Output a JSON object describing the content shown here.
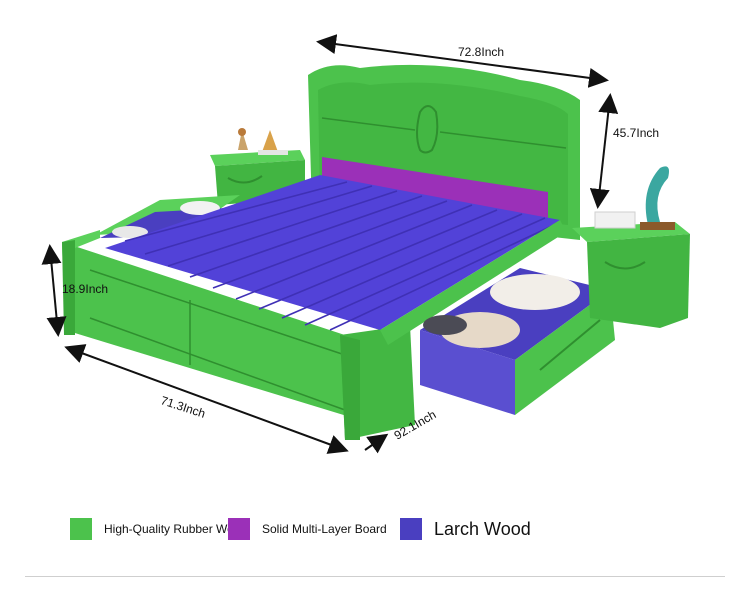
{
  "dimensions": {
    "headboard_width": "72.8Inch",
    "headboard_height": "45.7Inch",
    "bed_height": "18.9Inch",
    "bed_width": "71.3Inch",
    "bed_length": "92.1Inch"
  },
  "legend": {
    "items": [
      {
        "label": "High-Quality Rubber Wood",
        "color": "#4cc24c"
      },
      {
        "label": "Solid Multi-Layer Board",
        "color": "#9b30b8"
      },
      {
        "label": "Larch Wood",
        "color": "#4a3fc0"
      }
    ]
  },
  "colors": {
    "rubber_wood": "#4cc24c",
    "multi_layer": "#9b30b8",
    "larch": "#4a3fc0",
    "larch_slats": "#5242d8"
  }
}
